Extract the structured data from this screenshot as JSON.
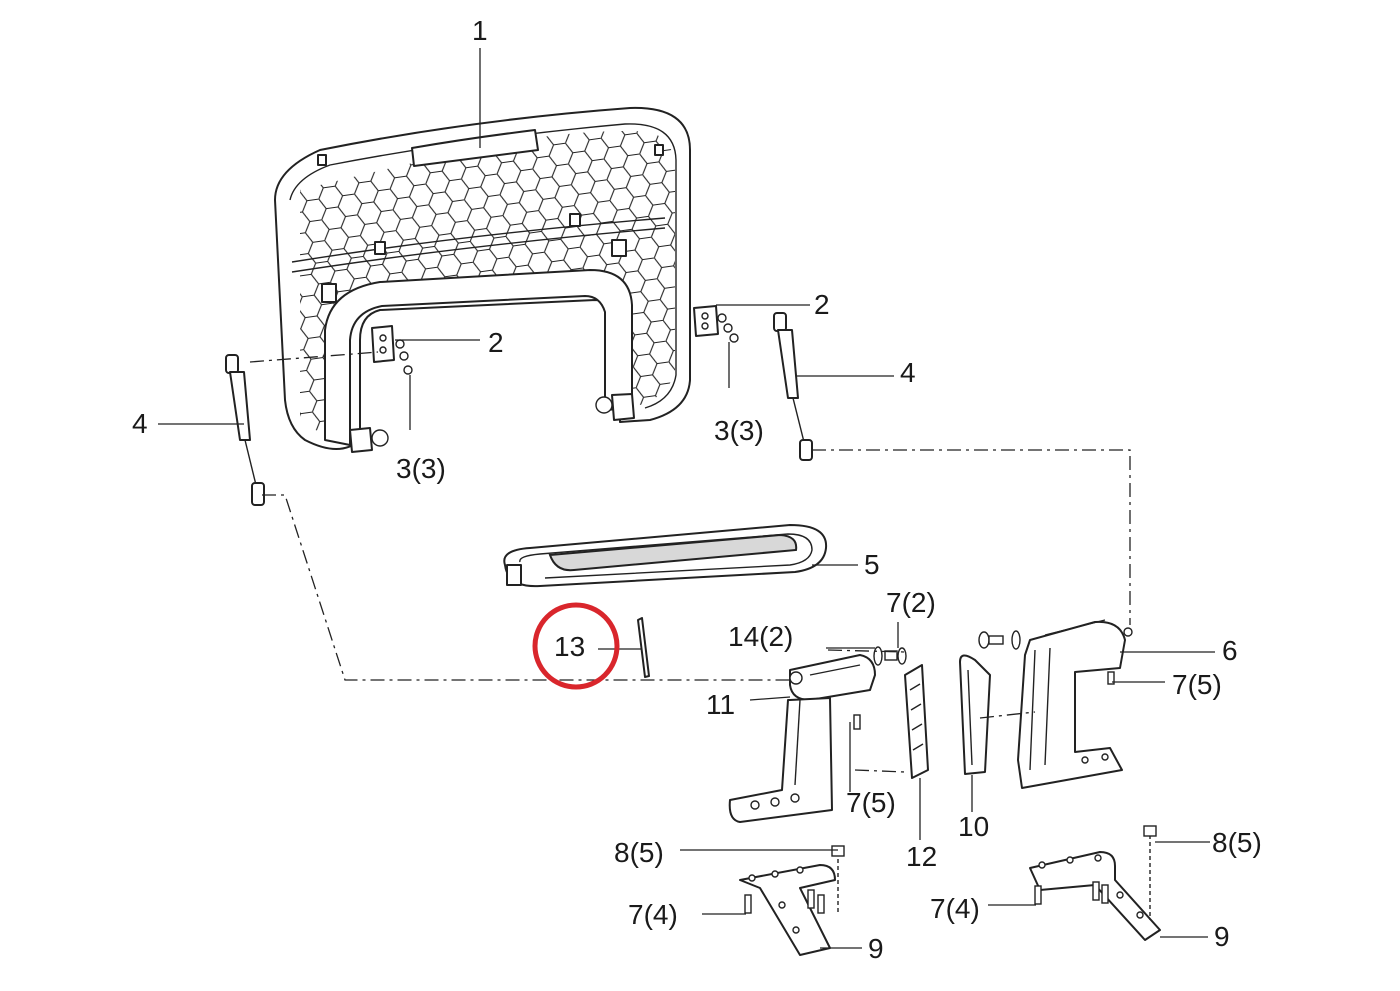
{
  "labels": {
    "p1": "1",
    "p2a": "2",
    "p2b": "2",
    "p3a": "3(3)",
    "p3b": "3(3)",
    "p4a": "4",
    "p4b": "4",
    "p5": "5",
    "p6": "6",
    "p7_2": "7(2)",
    "p14_2": "14(2)",
    "p13": "13",
    "p11": "11",
    "p7_5a": "7(5)",
    "p7_5b": "7(5)",
    "p10": "10",
    "p12": "12",
    "p8_5a": "8(5)",
    "p8_5b": "8(5)",
    "p7_4a": "7(4)",
    "p7_4b": "7(4)",
    "p9a": "9",
    "p9b": "9"
  },
  "highlight": {
    "part": "13",
    "color": "#d9262c"
  }
}
